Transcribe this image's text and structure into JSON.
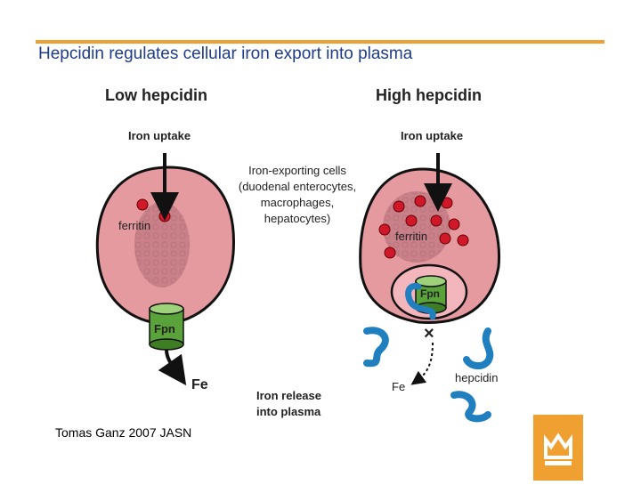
{
  "slide": {
    "title": "Hepcidin regulates cellular iron export into plasma",
    "citation": "Tomas Ganz 2007 JASN"
  },
  "colors": {
    "accent": "#f0a030",
    "title_text": "#1f3c88",
    "cell_fill": "#e49a9f",
    "cell_outline": "#111111",
    "iron_dot": "#d0182a",
    "ferroportin": "#5aa23a",
    "hepcidin": "#1f7fbf"
  },
  "diagram": {
    "low": {
      "heading": "Low hepcidin",
      "iron_uptake": "Iron uptake",
      "ferritin": "ferritin",
      "fpn": "Fpn",
      "fe": "Fe"
    },
    "high": {
      "heading": "High hepcidin",
      "iron_uptake": "Iron uptake",
      "ferritin": "ferritin",
      "fpn": "Fpn",
      "fe": "Fe",
      "hepcidin": "hepcidin",
      "blocked_mark": "×"
    },
    "center": {
      "cells_lines": [
        "Iron-exporting cells",
        "(duodenal enterocytes,",
        "macrophages,",
        "hepatocytes)"
      ],
      "release_lines": [
        "Iron release",
        "into plasma"
      ]
    }
  }
}
